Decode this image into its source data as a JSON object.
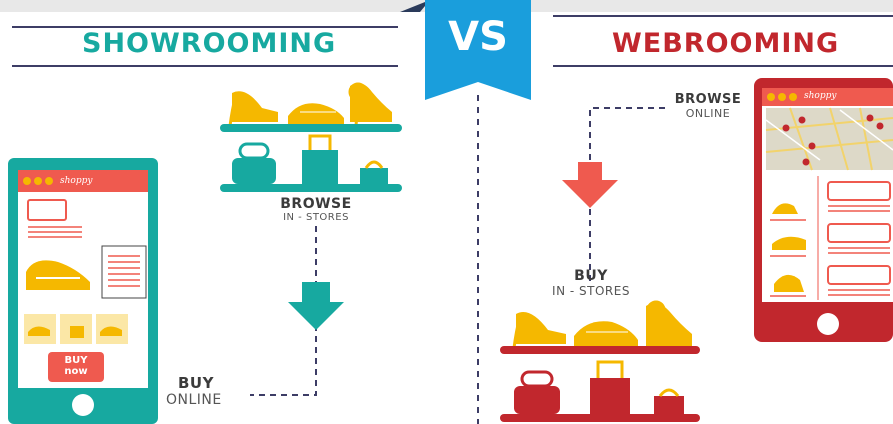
{
  "left": {
    "title": "SHOWROOMING",
    "step1_bold": "BROWSE",
    "step1_light": "IN - STORES",
    "step2_bold": "BUY",
    "step2_light": "ONLINE",
    "buy_button_line1": "BUY",
    "buy_button_line2": "now",
    "color": "#17a9a0"
  },
  "vs": {
    "label": "VS",
    "color": "#1a9edc"
  },
  "right": {
    "title": "WEBROOMING",
    "step1_bold": "BROWSE",
    "step1_light": "ONLINE",
    "step2_bold": "BUY",
    "step2_light": "IN - STORES",
    "color": "#c1272d"
  },
  "app_logo": "shoppy",
  "accent_yellow": "#f5b800",
  "accent_coral": "#ef5a4f"
}
